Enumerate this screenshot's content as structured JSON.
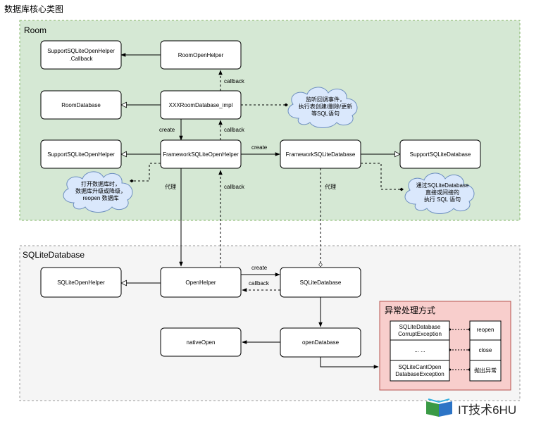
{
  "title": "数据库核心类图",
  "regions": {
    "room": "Room",
    "sqlite": "SQLiteDatabase",
    "exception": "异常处理方式"
  },
  "nodes": {
    "callback_helper": [
      "SupportSQLiteOpenHelper",
      ".Callback"
    ],
    "room_open_helper": [
      "RoomOpenHelper"
    ],
    "room_database": [
      "RoomDatabase"
    ],
    "xxx_impl": [
      "XXXRoomDatabase_impl"
    ],
    "support_open_helper": [
      "SupportSQLiteOpenHelper"
    ],
    "framework_open_helper": [
      "FrameworkSQLiteOpenHelper"
    ],
    "framework_database": [
      "FrameworkSQLiteDatabase"
    ],
    "support_database": [
      "SupportSQLiteDatabase"
    ],
    "sqlite_open_helper": [
      "SQLiteOpenHelper"
    ],
    "open_helper": [
      "OpenHelper"
    ],
    "sqlite_database": [
      "SQLiteDatabase"
    ],
    "native_open": [
      "nativeOpen"
    ],
    "open_database": [
      "openDatabase"
    ],
    "exc_corrupt": [
      "SQLiteDatabase",
      "CorruptException"
    ],
    "exc_dots": [
      "... ..."
    ],
    "exc_cantopen": [
      "SQLiteCantOpen",
      "DatabaseException"
    ],
    "act_reopen": [
      "reopen"
    ],
    "act_close": [
      "close"
    ],
    "act_throw": [
      "抛出异常"
    ]
  },
  "notes": {
    "listen": [
      "监听回调事件，",
      "执行表创建/删除/更新",
      "等SQL语句"
    ],
    "open_db": [
      "打开数据库时，",
      "数据库升级或降级，",
      "reopen 数据库"
    ],
    "exec_sql": [
      "通过SQLiteDatabase",
      "直接或间接的",
      "执行 SQL 语句"
    ]
  },
  "edges": {
    "callback": "callback",
    "create": "create",
    "proxy": "代理"
  },
  "watermark": "IT技术6HU",
  "colors": {
    "room_fill": "#d5e8d4",
    "room_stroke": "#82b366",
    "sqlite_fill": "#f5f5f5",
    "sqlite_stroke": "#999999",
    "exception_fill": "#f8cecc",
    "exception_stroke": "#b85450",
    "note_fill": "#dae8fc",
    "note_stroke": "#6c8ebf"
  },
  "icons": [
    "book-logo-icon"
  ]
}
